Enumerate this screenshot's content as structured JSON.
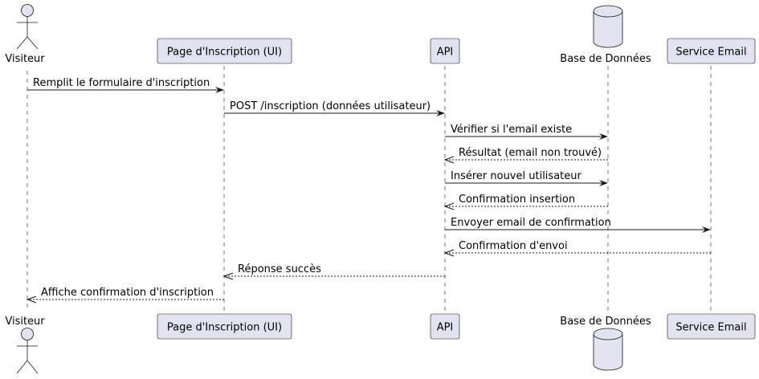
{
  "participants": [
    {
      "id": "visiteur",
      "label": "Visiteur",
      "kind": "actor"
    },
    {
      "id": "ui",
      "label": "Page d'Inscription (UI)",
      "kind": "box"
    },
    {
      "id": "api",
      "label": "API",
      "kind": "box"
    },
    {
      "id": "db",
      "label": "Base de Données",
      "kind": "database"
    },
    {
      "id": "email",
      "label": "Service Email",
      "kind": "box"
    }
  ],
  "messages": [
    {
      "from": "visiteur",
      "to": "ui",
      "label": "Remplit le formulaire d'inscription",
      "style": "sync"
    },
    {
      "from": "ui",
      "to": "api",
      "label": "POST /inscription (données utilisateur)",
      "style": "sync"
    },
    {
      "from": "api",
      "to": "db",
      "label": "Vérifier si l'email existe",
      "style": "sync"
    },
    {
      "from": "db",
      "to": "api",
      "label": "Résultat (email non trouvé)",
      "style": "return"
    },
    {
      "from": "api",
      "to": "db",
      "label": "Insérer nouvel utilisateur",
      "style": "sync"
    },
    {
      "from": "db",
      "to": "api",
      "label": "Confirmation insertion",
      "style": "return"
    },
    {
      "from": "api",
      "to": "email",
      "label": "Envoyer email de confirmation",
      "style": "sync"
    },
    {
      "from": "email",
      "to": "api",
      "label": "Confirmation d'envoi",
      "style": "return"
    },
    {
      "from": "api",
      "to": "ui",
      "label": "Réponse succès",
      "style": "return"
    },
    {
      "from": "ui",
      "to": "visiteur",
      "label": "Affiche confirmation d'inscription",
      "style": "return"
    }
  ],
  "colors": {
    "participant_fill": "#e2e2f0",
    "stroke": "#181818"
  }
}
